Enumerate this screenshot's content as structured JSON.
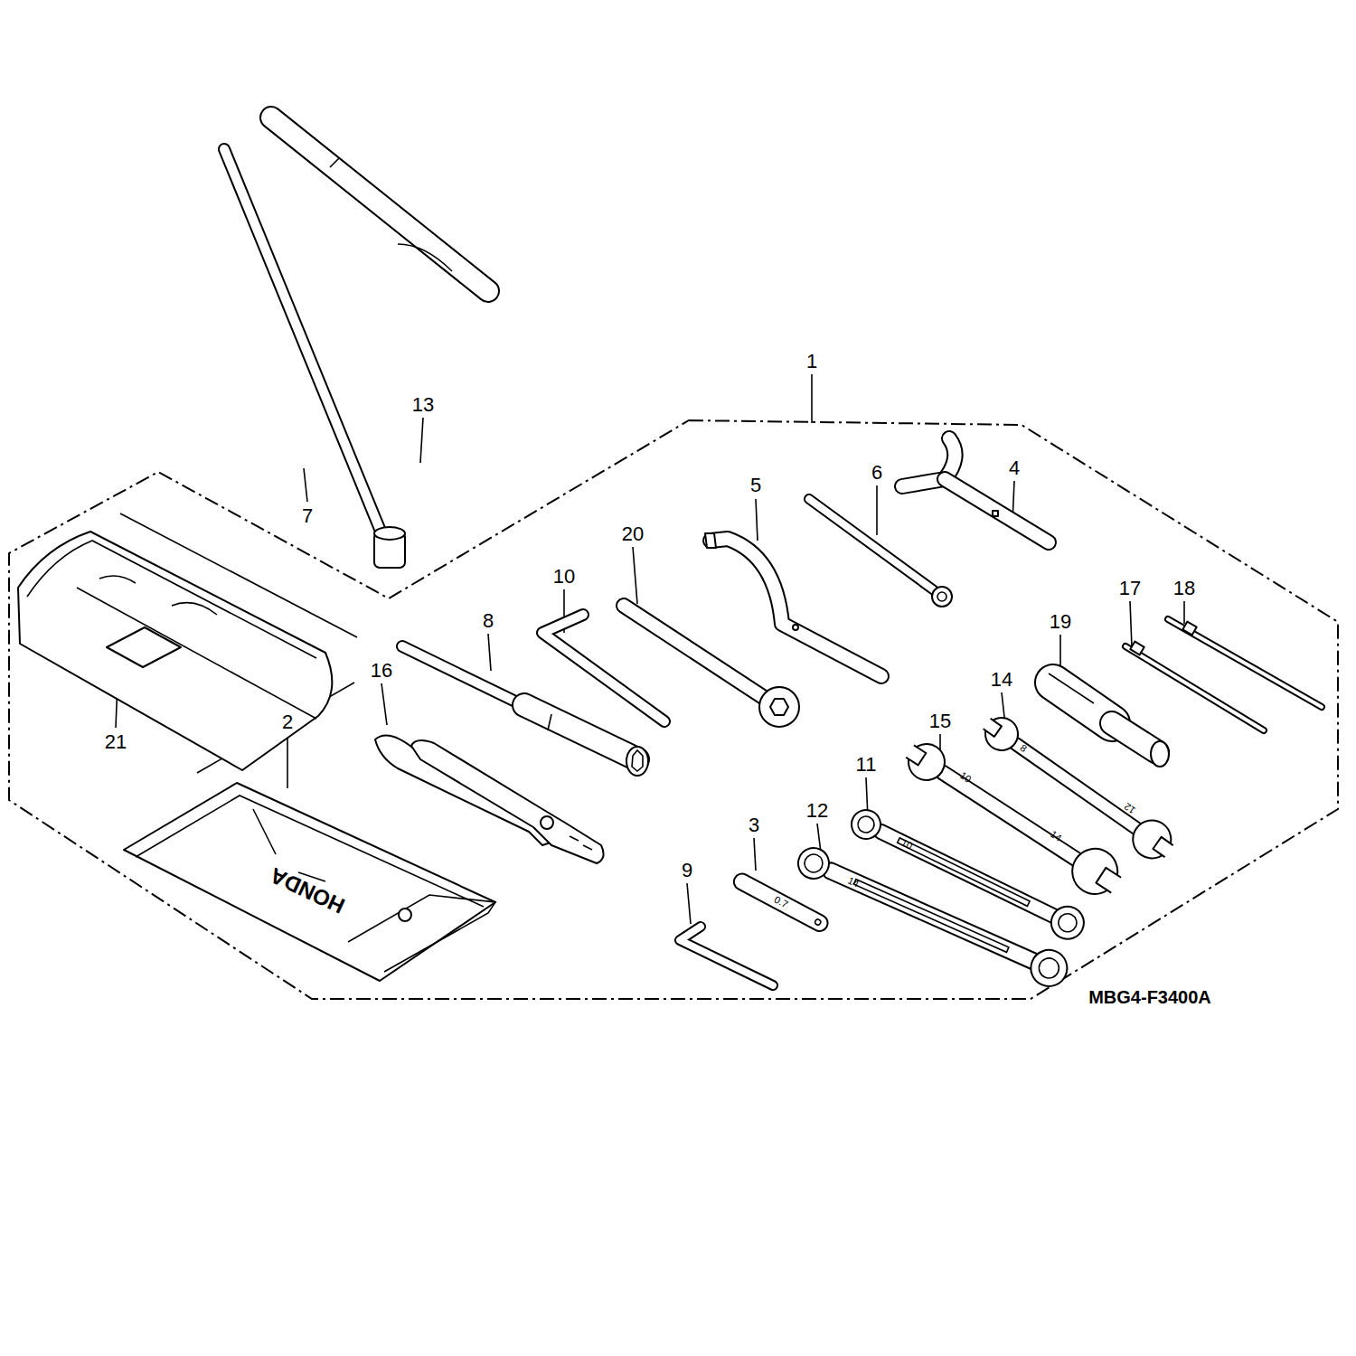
{
  "diagram": {
    "labels": [
      "1",
      "13",
      "7",
      "5",
      "6",
      "4",
      "20",
      "10",
      "8",
      "19",
      "17",
      "18",
      "14",
      "15",
      "11",
      "12",
      "3",
      "9",
      "16",
      "2",
      "21",
      "HONDA",
      "0.7",
      "8",
      "12",
      "10",
      "14",
      "10",
      "14",
      "MBG4-F3400A"
    ]
  }
}
